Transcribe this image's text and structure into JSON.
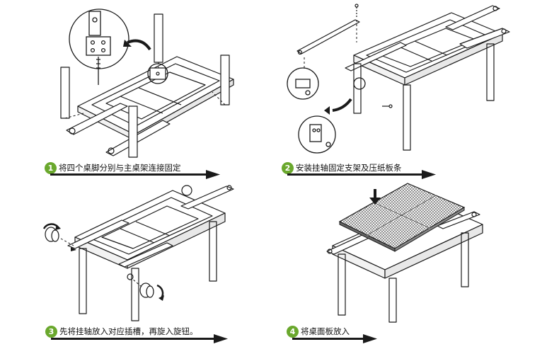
{
  "steps": [
    {
      "number": "1",
      "text": "将四个桌脚分别与主桌架连接固定"
    },
    {
      "number": "2",
      "text": "安装挂轴固定支架及压纸板条"
    },
    {
      "number": "3",
      "text": "先将挂轴放入对应插槽，再旋入旋钮。"
    },
    {
      "number": "4",
      "text": "将桌面板放入"
    }
  ],
  "colors": {
    "accent": "#6aa82d",
    "line": "#1a1a1a"
  }
}
